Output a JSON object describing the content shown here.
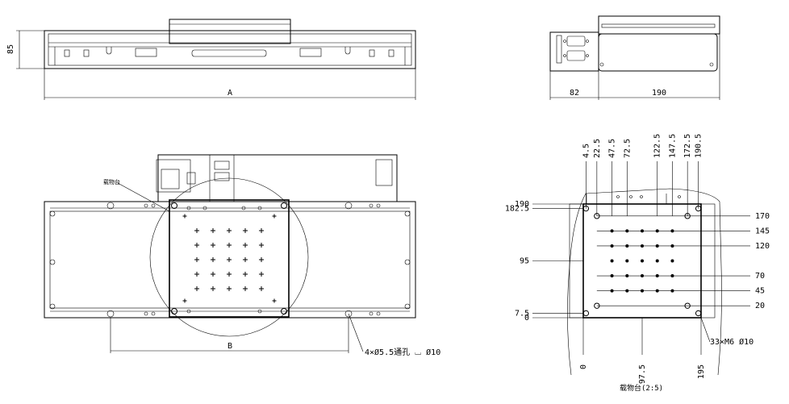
{
  "side_view": {
    "dim_height": "85",
    "dim_length": "A"
  },
  "end_view": {
    "dim_left": "82",
    "dim_right": "190"
  },
  "top_view": {
    "callout_carriage": "载物台",
    "dim_b": "B",
    "hole_note": "4×Ø5.5通孔  ⌴ Ø10"
  },
  "detail_view": {
    "top_labels": [
      "4.5",
      "22.5",
      "47.5",
      "72.5",
      "122.5",
      "147.5",
      "172.5",
      "190.5"
    ],
    "left_labels": [
      "190",
      "182.5",
      "95",
      "7.5",
      "0"
    ],
    "right_labels": [
      "170",
      "145",
      "120",
      "70",
      "45",
      "20"
    ],
    "bottom_labels": [
      "0",
      "97.5",
      "195"
    ],
    "thread_note": "33×M6  Ø10",
    "caption": "载物台(2:5)"
  }
}
